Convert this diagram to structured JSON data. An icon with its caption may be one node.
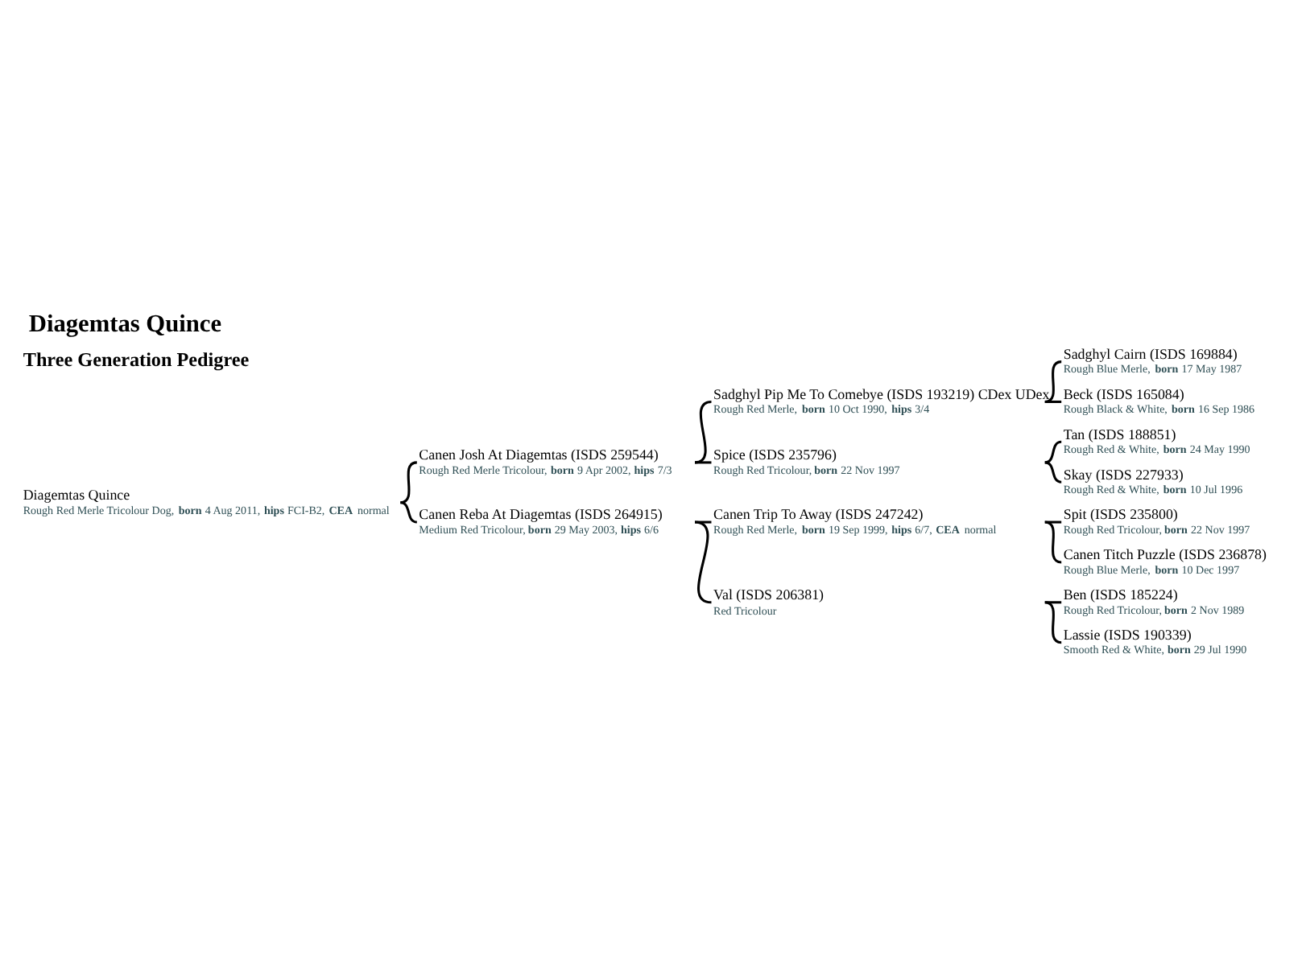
{
  "diagram": {
    "title": "Diagemtas Quince",
    "nodes": [
      {
        "text": [
          "Sadghyl Cairn (ISDS 169884)",
          "Rough Blue Merle, **born** 17 May 1987"
        ]
      },
      {
        "text": [
          "Sadghyl Pip Me To Comebye (ISDS 193219) CDex UDex",
          "Rough Red Merle, **born** 10 Oct 1990, **hips** 3/4"
        ]
      },
      {
        "text": [
          "Beck (ISDS 165084)",
          "Rough Black & White, **born** 16 Sep 1986"
        ]
      },
      {
        "text": [
          "Canen Josh At Diagemtas (ISDS 259544)",
          "Rough Red Merle Tricolour, **born** 9 Apr 2002, **hips** 7/3"
        ]
      },
      {
        "text": [
          "Tan (ISDS 188851)",
          "Rough Red & White, **born** 24 May 1990"
        ]
      },
      {
        "text": [
          "Spice (ISDS 235796)",
          "Rough Red Tricolour, **born** 22 Nov 1997"
        ]
      },
      {
        "text": [
          "Skay (ISDS 227933)",
          "Rough Red & White, **born** 10 Jul 1996"
        ]
      },
      {
        "text": [
          "Diagemtas Quince",
          "Rough Red Merle Tricolour Dog, **born** 4 Aug 2011, **hips** FCI-B2, **CEA** normal"
        ]
      },
      {
        "text": [
          "Spit (ISDS 235800)",
          "Rough Red Tricolour, **born** 22 Nov 1997"
        ]
      },
      {
        "text": [
          "Canen Trip To Away (ISDS 247242)",
          "Rough Red Merle, **born** 19 Sep 1999, **hips** 6/7, **CEA** normal"
        ]
      },
      {
        "text": [
          "Canen Titch Puzzle (ISDS 236878)",
          "Rough Blue Merle, **born** 10 Dec 1997"
        ]
      },
      {
        "text": [
          "Canen Reba At Diagemtas (ISDS 264915)",
          "Medium Red Tricolour, **born** 29 May 2003, **hips** 6/6"
        ]
      },
      {
        "text": [
          "Ben (ISDS 185224)",
          "Rough Red Tricolour, **born** 2 Nov 1989"
        ]
      },
      {
        "text": [
          "Val (ISDS 206381)",
          "Red Tricolour"
        ]
      },
      {
        "text": [
          "Lassie (ISDS 190339)",
          "Smooth Red & White, **born** 29 Jul 1990"
        ]
      }
    ],
    "edges": [
      {
        "from": 7,
        "to": 3,
        "arrow": "none"
      },
      {
        "from": 7,
        "to": 11,
        "arrow": "none"
      },
      {
        "from": 3,
        "to": 1,
        "arrow": "none"
      },
      {
        "from": 3,
        "to": 5,
        "arrow": "none"
      },
      {
        "from": 1,
        "to": 0,
        "arrow": "none"
      },
      {
        "from": 1,
        "to": 2,
        "arrow": "none"
      },
      {
        "from": 5,
        "to": 4,
        "arrow": "none"
      },
      {
        "from": 5,
        "to": 6,
        "arrow": "none"
      },
      {
        "from": 11,
        "to": 9,
        "arrow": "none"
      },
      {
        "from": 11,
        "to": 13,
        "arrow": "none"
      },
      {
        "from": 9,
        "to": 8,
        "arrow": "none"
      },
      {
        "from": 9,
        "to": 10,
        "arrow": "none"
      },
      {
        "from": 13,
        "to": 12,
        "arrow": "none"
      },
      {
        "from": 13,
        "to": 14,
        "arrow": "none"
      }
    ],
    "labels": [
      "Three Generation Pedigree"
    ]
  }
}
